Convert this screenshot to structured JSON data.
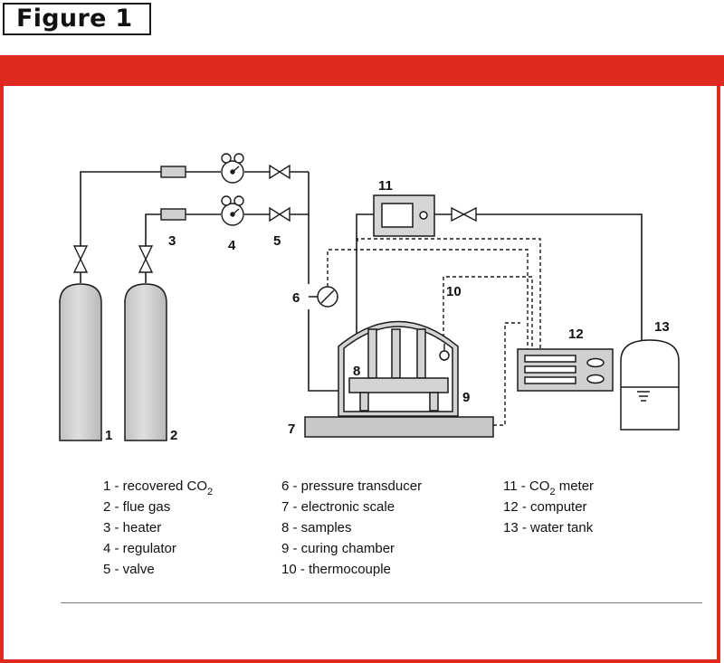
{
  "figure_label": "Figure 1",
  "colors": {
    "accent": "#e02a1f",
    "component_fill": "#d4d4d4",
    "line": "#1a1a1a"
  },
  "numbers": [
    "1",
    "2",
    "3",
    "4",
    "5",
    "6",
    "7",
    "8",
    "9",
    "10",
    "11",
    "12",
    "13"
  ],
  "legend": {
    "col1": [
      "1 - recovered CO",
      "2 - flue gas",
      "3 - heater",
      "4 - regulator",
      "5 - valve"
    ],
    "co2_sub": "2",
    "col2": [
      "6 - pressure transducer",
      "7 - electronic scale",
      "8 - samples",
      "9 - curing chamber",
      "10 - thermocouple"
    ],
    "col3": [
      "11 - CO",
      "12 - computer",
      "13 - water tank"
    ],
    "col3_first_suffix": " meter"
  },
  "icons": [
    "gas-cylinder-icon",
    "heater-icon",
    "regulator-icon",
    "valve-icon",
    "pressure-gauge-icon",
    "co2-meter-icon",
    "computer-icon",
    "water-tank-icon",
    "curing-chamber-icon",
    "scale-icon"
  ]
}
